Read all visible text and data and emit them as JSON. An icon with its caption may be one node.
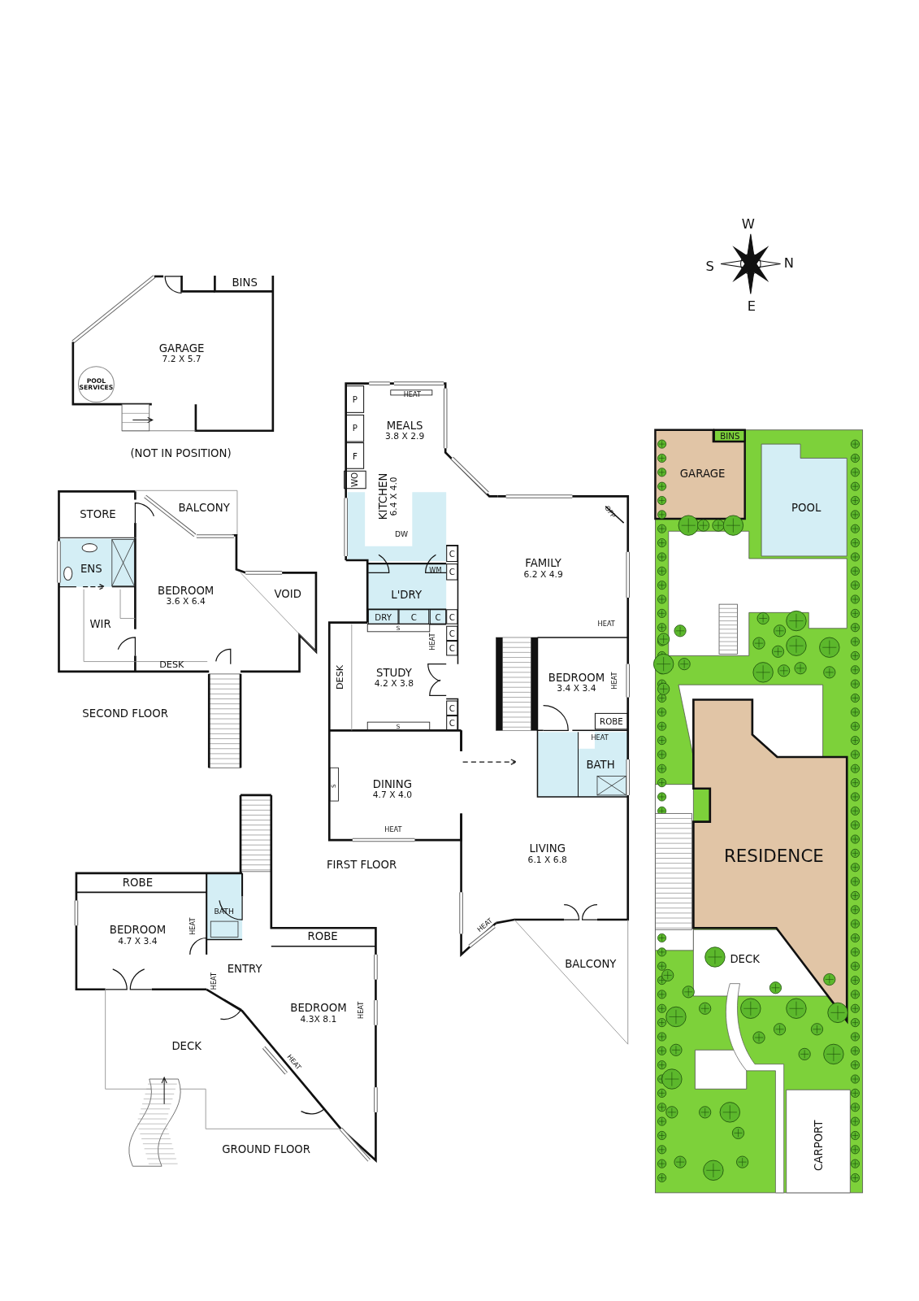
{
  "diagram": {
    "nodes": [
      {
        "text": [
          "GARAGE",
          "7.2 X 5.7"
        ]
      },
      {
        "text": [
          "POOL SERVICES"
        ]
      },
      {
        "text": [
          "BINS"
        ]
      },
      {
        "text": [
          "STORE"
        ]
      },
      {
        "text": [
          "BALCONY"
        ]
      },
      {
        "text": [
          "ENS"
        ]
      },
      {
        "text": [
          "BEDROOM",
          "3.6 X 6.4"
        ]
      },
      {
        "text": [
          "WIR"
        ]
      },
      {
        "text": [
          "VOID"
        ]
      },
      {
        "text": [
          "P"
        ]
      },
      {
        "text": [
          "P"
        ]
      },
      {
        "text": [
          "F"
        ]
      },
      {
        "text": [
          "WO"
        ]
      },
      {
        "text": [
          "MEALS",
          "3.8 X 2.9"
        ]
      },
      {
        "text": [
          "KITCHEN",
          "6.4 X 4.0"
        ]
      },
      {
        "text": [
          "C"
        ]
      },
      {
        "text": [
          "C"
        ]
      },
      {
        "text": [
          "L'DRY"
        ]
      },
      {
        "text": [
          "DRY"
        ]
      },
      {
        "text": [
          "C"
        ]
      },
      {
        "text": [
          "C"
        ]
      },
      {
        "text": [
          "C"
        ]
      },
      {
        "text": [
          "C"
        ]
      },
      {
        "text": [
          "C"
        ]
      },
      {
        "text": [
          "STUDY",
          "4.2 X 3.8"
        ]
      },
      {
        "text": [
          "C"
        ]
      },
      {
        "text": [
          "C"
        ]
      },
      {
        "text": [
          "FAMILY",
          "6.2 X 4.9"
        ]
      },
      {
        "text": [
          "BEDROOM",
          "3.4 X 3.4"
        ]
      },
      {
        "text": [
          "ROBE"
        ]
      },
      {
        "text": [
          "BATH"
        ]
      },
      {
        "text": [
          "DINING",
          "4.7 X 4.0"
        ]
      },
      {
        "text": [
          "LIVING",
          "6.1 X 6.8"
        ]
      },
      {
        "text": [
          "BALCONY"
        ]
      },
      {
        "text": [
          "ROBE"
        ]
      },
      {
        "text": [
          "BATH"
        ]
      },
      {
        "text": [
          "BEDROOM",
          "4.7 X 3.4"
        ]
      },
      {
        "text": [
          "ROBE"
        ]
      },
      {
        "text": [
          "ENTRY"
        ]
      },
      {
        "text": [
          "BEDROOM",
          "4.3X 8.1"
        ]
      },
      {
        "text": [
          "DECK"
        ]
      },
      {
        "text": [
          "GARAGE"
        ]
      },
      {
        "text": [
          "BINS"
        ]
      },
      {
        "text": [
          "POOL"
        ]
      },
      {
        "text": [
          "RESIDENCE"
        ]
      },
      {
        "text": [
          "DECK"
        ]
      },
      {
        "text": [
          "CARPORT"
        ]
      }
    ],
    "edges": [],
    "labels": [
      "W",
      "S",
      "N",
      "E",
      "HEAT",
      "(NOT IN POSITION)",
      "OFP",
      "DW",
      "WM",
      "HEAT",
      "S",
      "HEAT",
      "DESK",
      "DESK",
      "HEAT",
      "SECOND FLOOR",
      "S",
      "HEAT",
      "S",
      "HEAT",
      "FIRST FLOOR",
      "HEAT",
      "HEAT",
      "HEAT",
      "HEAT",
      "HEAT",
      "GROUND FLOOR"
    ]
  }
}
